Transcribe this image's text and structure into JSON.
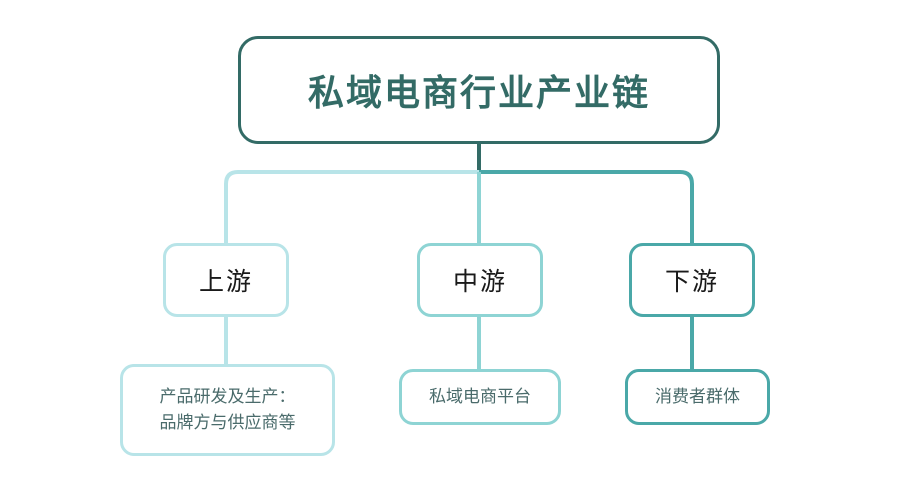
{
  "diagram": {
    "title": "私域电商行业产业链",
    "type": "hierarchy-tree",
    "orientation": "top-down",
    "levels": 3,
    "tiers": [
      {
        "id": "upstream",
        "label": "上游",
        "accent": "#b8e4e8",
        "leaf": {
          "id": "upstream-leaf",
          "line1": "产品研发及生产：",
          "line2": "品牌方与供应商等",
          "text": "产品研发及生产：\n品牌方与供应商等",
          "accent": "#b8e4e8"
        }
      },
      {
        "id": "midstream",
        "label": "中游",
        "accent": "#8ed4d4",
        "leaf": {
          "id": "midstream-leaf",
          "line1": "私域电商平台",
          "line2": "",
          "text": "私域电商平台",
          "accent": "#8ed4d4"
        }
      },
      {
        "id": "downstream",
        "label": "下游",
        "accent": "#4aa8a8",
        "leaf": {
          "id": "downstream-leaf",
          "line1": "消费者群体",
          "line2": "",
          "text": "消费者群体",
          "accent": "#4aa8a8"
        }
      }
    ],
    "colors": {
      "title_border": "#336b66",
      "title_text": "#336b66",
      "tier_label_text": "#1a1a1a",
      "leaf_text": "#4a6b6b",
      "background": "#ffffff",
      "connector_root": "#336b66",
      "connector_left": "#b8e4e8",
      "connector_center": "#8ed4d4",
      "connector_right": "#4aa8a8"
    }
  }
}
